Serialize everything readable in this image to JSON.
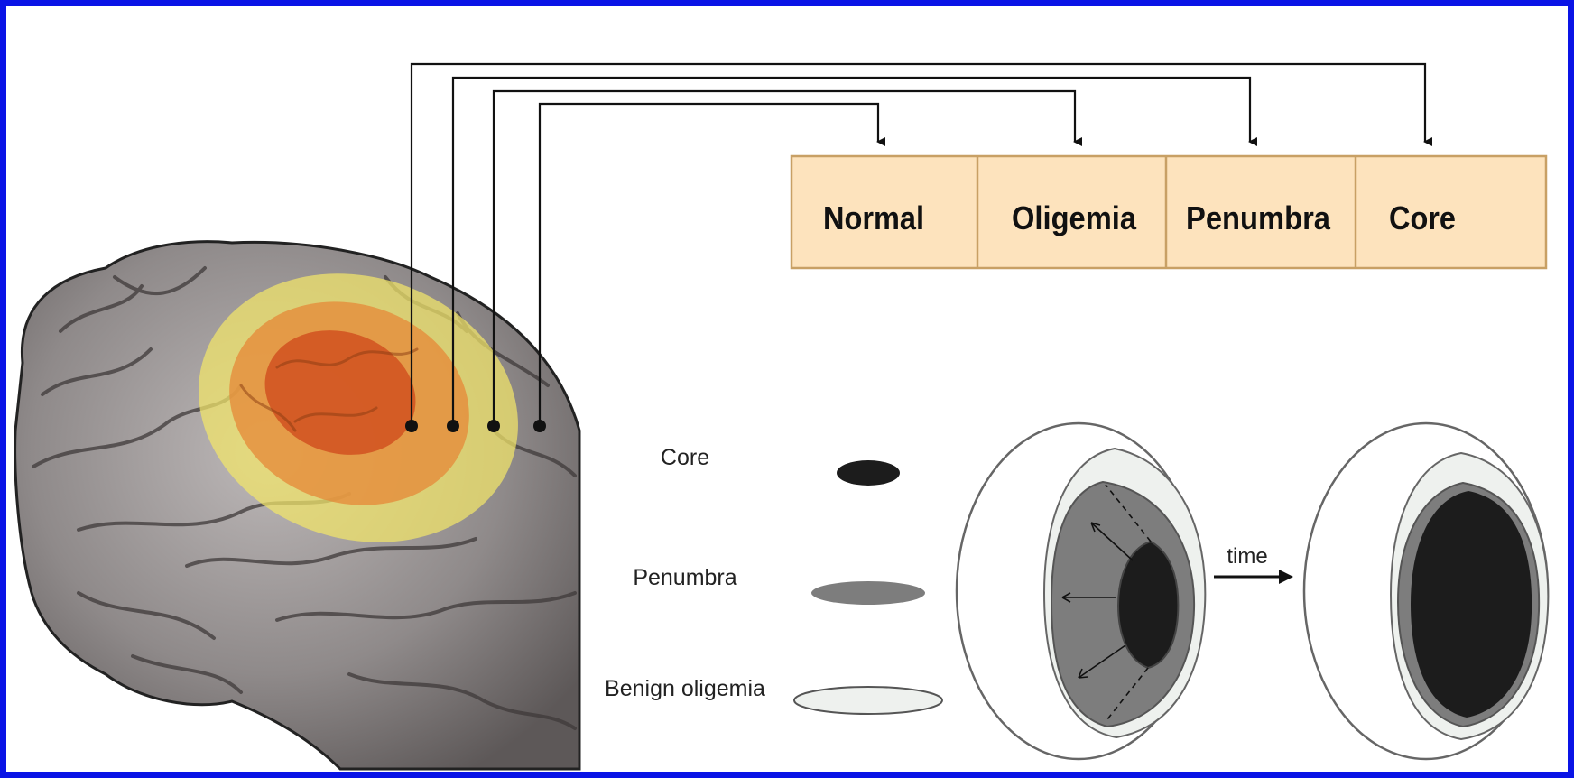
{
  "zones": [
    {
      "id": "normal",
      "label": "Normal"
    },
    {
      "id": "oligemia",
      "label": "Oligemia"
    },
    {
      "id": "penumbra",
      "label": "Penumbra"
    },
    {
      "id": "core",
      "label": "Core"
    }
  ],
  "legend": {
    "core": "Core",
    "penumbra": "Penumbra",
    "benign_oligemia": "Benign oligemia"
  },
  "progression": {
    "arrow_label": "time"
  },
  "colors": {
    "frame_border": "#0a14e6",
    "zone_box_fill": "#fde3bd",
    "zone_box_border": "#c8a065",
    "overlay_oligemia": "#f2e66a",
    "overlay_penumbra": "#e58a3a",
    "overlay_core": "#cf4a1c",
    "legend_core": "#1c1c1c",
    "legend_penumbra": "#7d7d7d",
    "legend_oligemia": "#eef1ee"
  }
}
